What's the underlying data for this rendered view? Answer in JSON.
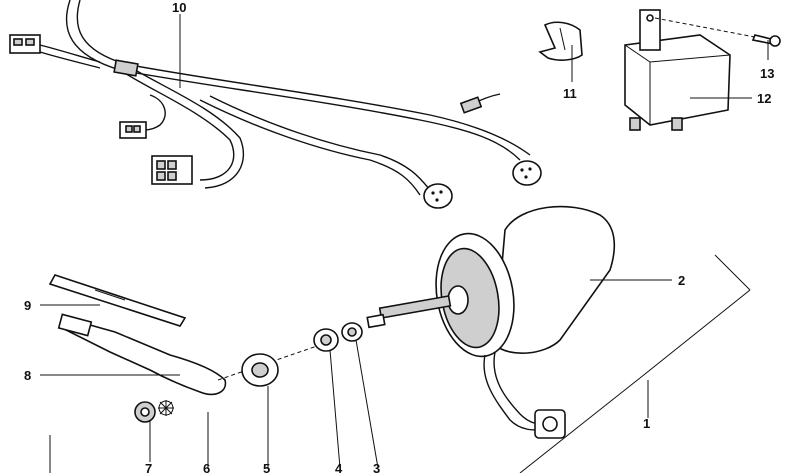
{
  "diagram": {
    "callouts": [
      {
        "id": "c10",
        "text": "10"
      },
      {
        "id": "c11",
        "text": "11"
      },
      {
        "id": "c12",
        "text": "12"
      },
      {
        "id": "c13",
        "text": "13"
      },
      {
        "id": "c2",
        "text": "2"
      },
      {
        "id": "c9",
        "text": "9"
      },
      {
        "id": "c8",
        "text": "8"
      },
      {
        "id": "c1",
        "text": "1"
      },
      {
        "id": "c7",
        "text": "7"
      },
      {
        "id": "c6",
        "text": "6"
      },
      {
        "id": "c5",
        "text": "5"
      },
      {
        "id": "c4",
        "text": "4"
      },
      {
        "id": "c3",
        "text": "3"
      }
    ]
  }
}
